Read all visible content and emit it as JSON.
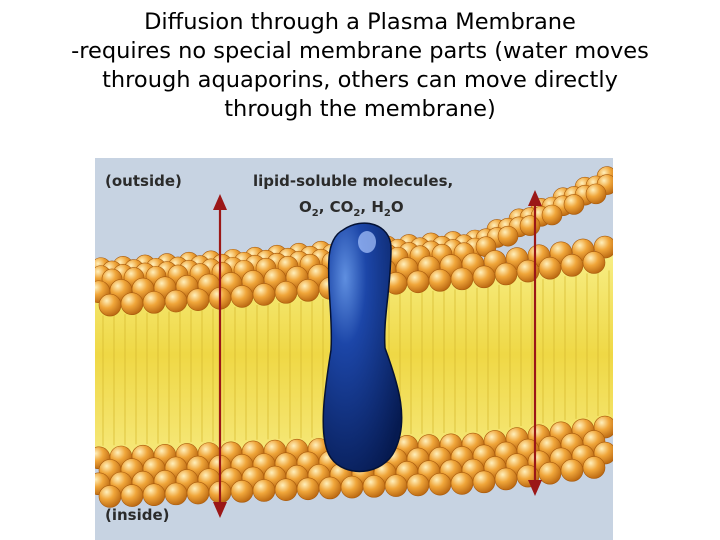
{
  "slide": {
    "title_lines": [
      "Diffusion through a Plasma Membrane",
      "-requires no special membrane parts (water moves",
      "through aquaporins, others can move directly",
      "through the membrane)"
    ]
  },
  "figure": {
    "outside_label": "(outside)",
    "inside_label": "(inside)",
    "molecules_label": "lipid-soluble molecules,",
    "molecules": [
      {
        "base": "O",
        "sub": "2"
      },
      {
        "base": "CO",
        "sub": "2"
      },
      {
        "base": "H",
        "sub": "2",
        "tail": "O"
      }
    ]
  },
  "colors": {
    "background": "#c7d3e2",
    "lipid_head": "#e89a22",
    "lipid_tail": "#f1e05c",
    "protein": "#0f2c73",
    "arrow": "#9b1717"
  }
}
